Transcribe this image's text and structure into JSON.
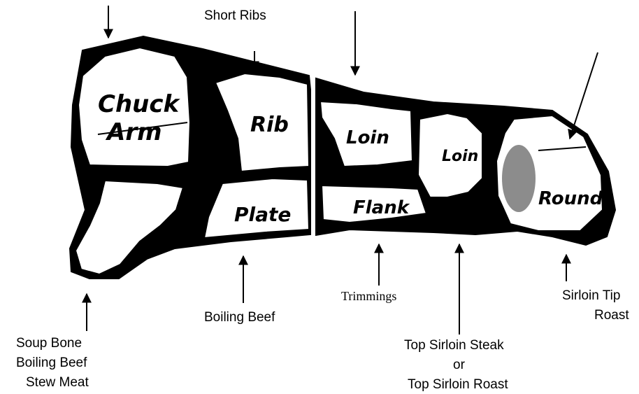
{
  "colors": {
    "carcass": "#000000",
    "cut_fill": "#ffffff",
    "background": "#ffffff"
  },
  "cuts": {
    "chuck": "Chuck",
    "arm": "Arm",
    "rib": "Rib",
    "plate": "Plate",
    "loin_front": "Loin",
    "flank": "Flank",
    "loin_rear": "Loin",
    "round": "Round"
  },
  "labels": {
    "short_ribs": "Short Ribs",
    "boiling_beef": "Boiling Beef",
    "trimmings": "Trimmings",
    "soup_bone": [
      "Soup Bone",
      "Boiling Beef",
      "Stew Meat"
    ],
    "sirloin_tip": [
      "Sirloin Tip",
      "Roast"
    ],
    "top_sirloin": [
      "Top Sirloin Steak",
      "or",
      "Top Sirloin Roast"
    ]
  }
}
